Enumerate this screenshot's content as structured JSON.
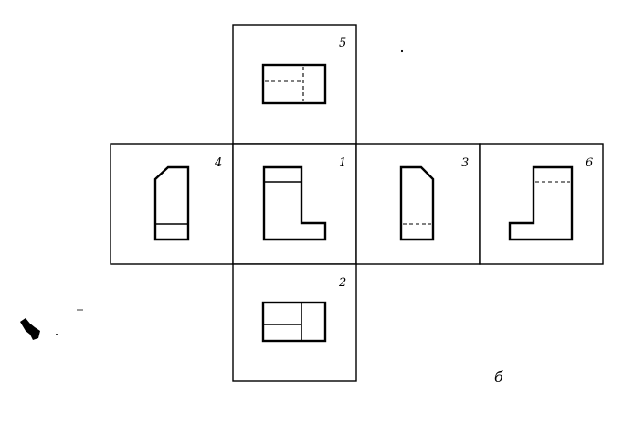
{
  "views": [
    {
      "number": "1"
    },
    {
      "number": "2"
    },
    {
      "number": "3"
    },
    {
      "number": "4"
    },
    {
      "number": "5"
    },
    {
      "number": "6"
    }
  ],
  "figure_letter": "б"
}
